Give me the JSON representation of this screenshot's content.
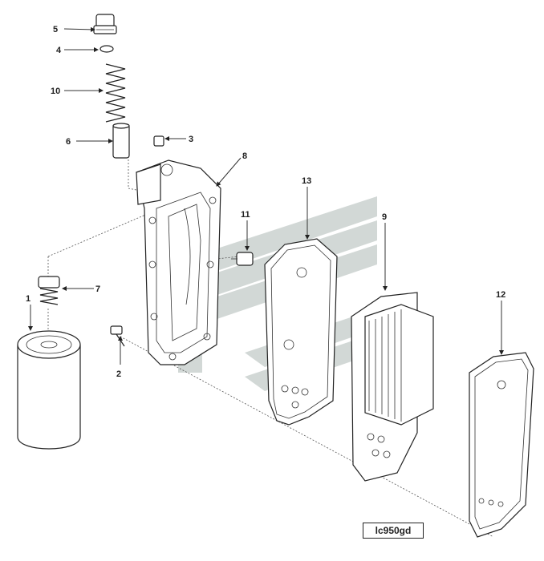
{
  "figure_code": "lc950gd",
  "callouts": {
    "c1": "1",
    "c2": "2",
    "c3": "3",
    "c4": "4",
    "c5": "5",
    "c6": "6",
    "c7": "7",
    "c8": "8",
    "c9": "9",
    "c10": "10",
    "c11": "11",
    "c12": "12",
    "c13": "13"
  },
  "colors": {
    "line": "#222222",
    "watermark": "#7d8f8a",
    "background": "#ffffff"
  }
}
